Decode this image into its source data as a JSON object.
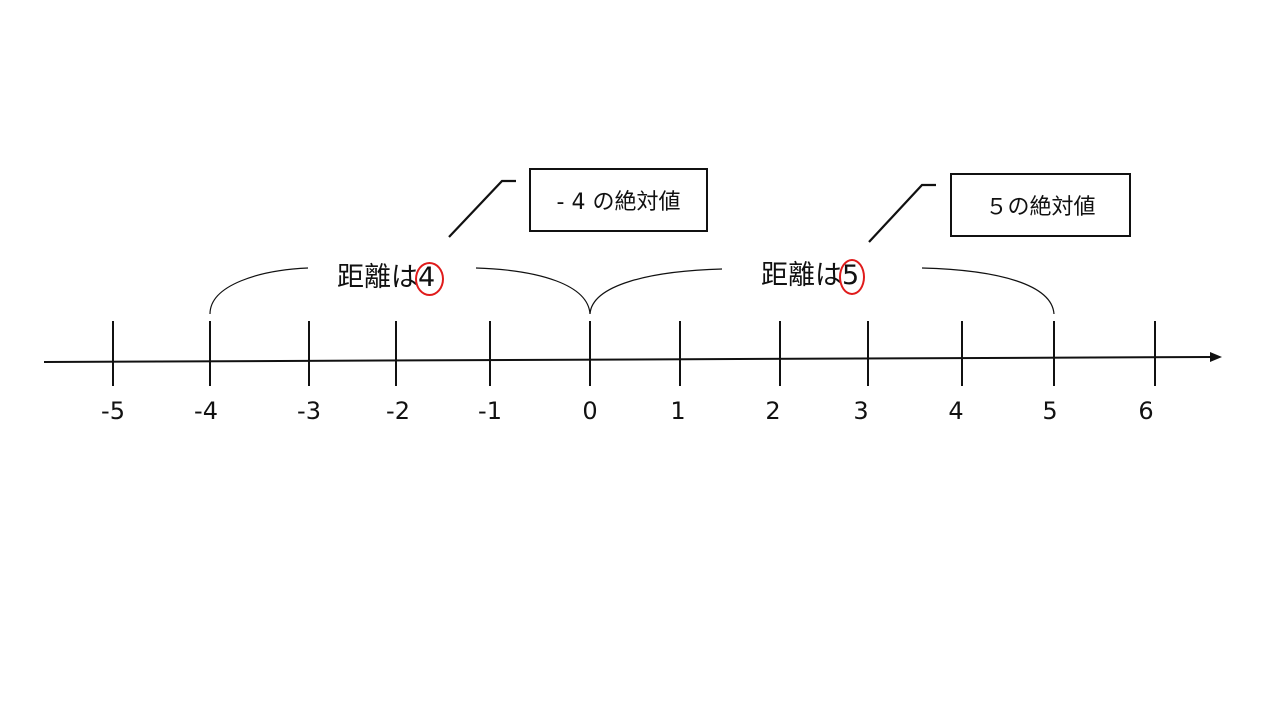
{
  "number_line": {
    "ticks": [
      "-5",
      "-4",
      "-3",
      "-2",
      "-1",
      "0",
      "1",
      "2",
      "3",
      "4",
      "5",
      "6"
    ],
    "tick_x": [
      113,
      210,
      309,
      396,
      490,
      590,
      680,
      780,
      868,
      962,
      1054,
      1155
    ],
    "axis_color": "#111111"
  },
  "distances": [
    {
      "prefix": "距離は",
      "value": "4",
      "from": "-4",
      "to": "0"
    },
    {
      "prefix": "距離は",
      "value": "5",
      "from": "0",
      "to": "5"
    }
  ],
  "callouts": [
    {
      "label": "- 4 の絶対値"
    },
    {
      "label": "５の絶対値"
    }
  ],
  "highlight_color": "#e01b1b"
}
